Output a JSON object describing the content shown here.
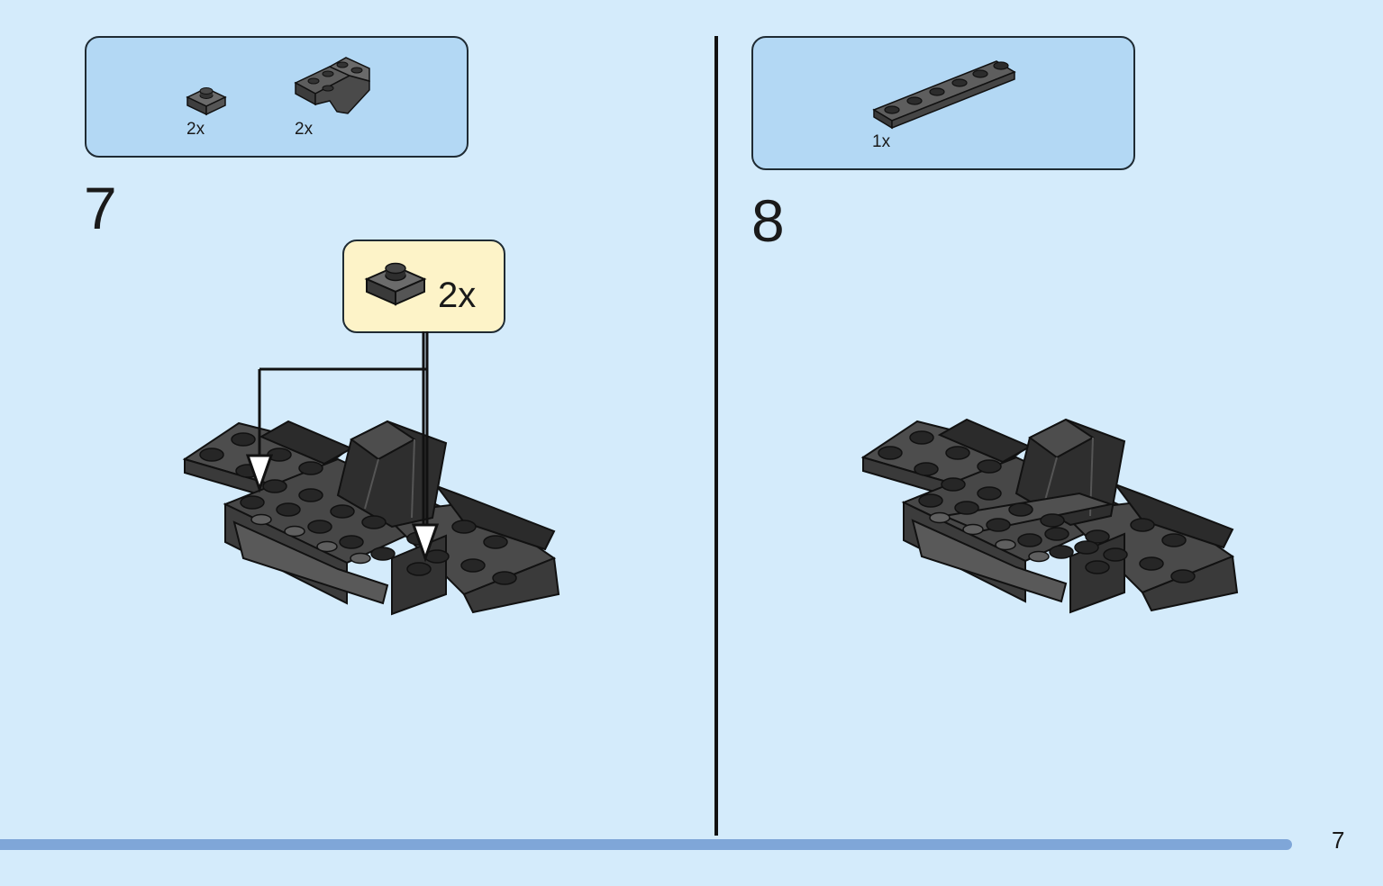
{
  "step7": {
    "number": "7",
    "parts": [
      {
        "icon": "plate-1x1-icon",
        "qty": "2x"
      },
      {
        "icon": "slope-2x2-inverted-icon",
        "qty": "2x"
      }
    ],
    "callout": {
      "icon": "plate-1x1-icon",
      "qty": "2x"
    }
  },
  "step8": {
    "number": "8",
    "parts": [
      {
        "icon": "plate-1x6-icon",
        "qty": "1x"
      }
    ]
  },
  "page_number": "7",
  "colors": {
    "background": "#d4ebfb",
    "parts_box": "#b3d8f4",
    "callout_box": "#fdf3c8",
    "brick_dark": "#3e3e3e",
    "brick_mid": "#5a5a5a",
    "page_bar": "#7fa6d8"
  }
}
